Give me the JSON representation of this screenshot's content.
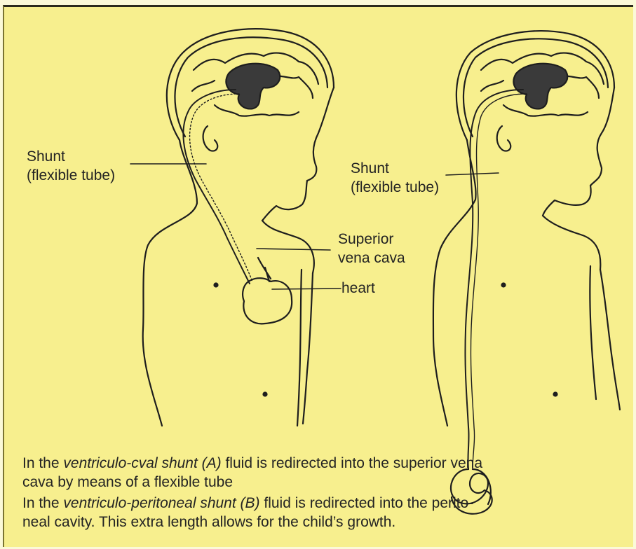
{
  "labels": {
    "shunt_a": "Shunt",
    "shunt_a_sub": "(flexible tube)",
    "shunt_b": "Shunt",
    "shunt_b_sub": "(flexible tube)",
    "svc_1": "Superior",
    "svc_2": "vena cava",
    "heart": "heart"
  },
  "caption": {
    "a_pre": "In the ",
    "a_em": "ventriculo-cval shunt (A)",
    "a_line1_post": " fluid is redirected into the superior vena",
    "a_line2": "cava by means of a flexible tube",
    "b_pre": "In the ",
    "b_em": "ventriculo-peritoneal shunt (B)",
    "b_line1_post": " fluid is redirected into the perito-",
    "b_line2": "neal cavity. This extra length allows for the child’s growth."
  },
  "colors": {
    "background": "#f7ef8e",
    "ink": "#232323"
  }
}
